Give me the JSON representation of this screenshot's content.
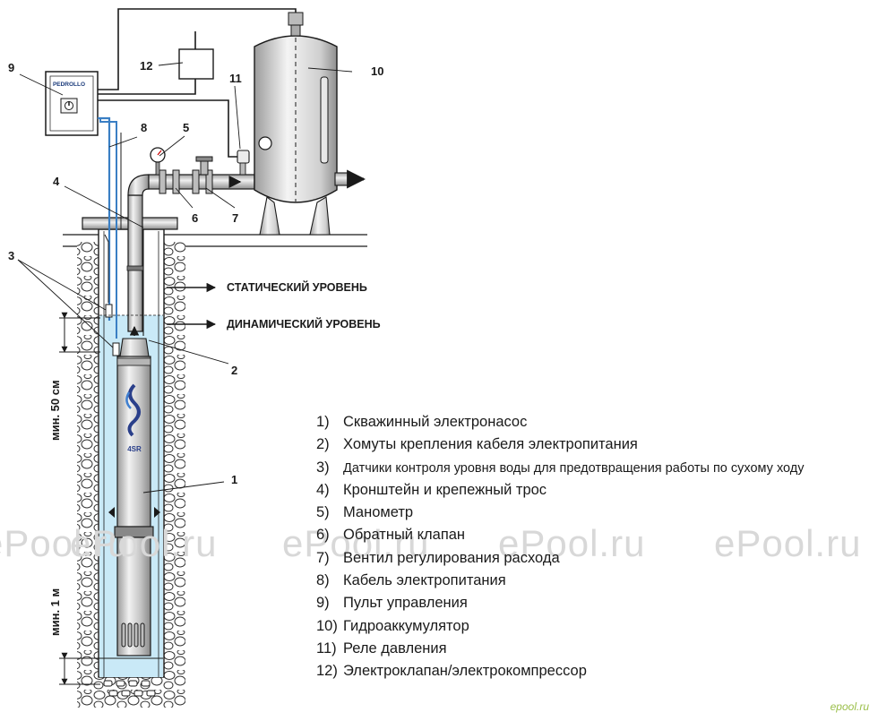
{
  "callouts": {
    "c1": "1",
    "c2": "2",
    "c3": "3",
    "c4": "4",
    "c5": "5",
    "c6": "6",
    "c7": "7",
    "c8": "8",
    "c9": "9",
    "c10": "10",
    "c11": "11",
    "c12": "12"
  },
  "levels": {
    "static": "СТАТИЧЕСКИЙ УРОВЕНЬ",
    "dynamic": "ДИНАМИЧЕСКИЙ УРОВЕНЬ"
  },
  "dimensions": {
    "min50": "мин. 50 см",
    "min1m": "мин. 1 м"
  },
  "brand": {
    "panel_logo": "PEDROLLO",
    "pump_label": "4SR"
  },
  "legend": [
    {
      "num": "1)",
      "text": "Скважинный электронасос"
    },
    {
      "num": "2)",
      "text": "Хомуты крепления кабеля электропитания"
    },
    {
      "num": "3)",
      "text": "Датчики контроля уровня воды для предотвращения работы по сухому ходу"
    },
    {
      "num": "4)",
      "text": "Кронштейн и крепежный трос"
    },
    {
      "num": "5)",
      "text": "Манометр"
    },
    {
      "num": "6)",
      "text": "Обратный клапан"
    },
    {
      "num": "7)",
      "text": "Вентил регулирования расхода"
    },
    {
      "num": "8)",
      "text": "Кабель электропитания"
    },
    {
      "num": "9)",
      "text": "Пульт управления"
    },
    {
      "num": "10)",
      "text": "Гидроаккумулятор"
    },
    {
      "num": "11)",
      "text": "Реле давления"
    },
    {
      "num": "12)",
      "text": "Электроклапан/электрокомпрессор"
    }
  ],
  "watermarks": [
    "ePool.ru",
    "ePool.ru",
    "ePool.ru",
    "ePool.ru"
  ],
  "watermark_small": "epool.ru",
  "colors": {
    "water": "#c9e9f7",
    "cable": "#3a7fc4",
    "line": "#1a1a1a",
    "steel": "#d0d0d0"
  }
}
